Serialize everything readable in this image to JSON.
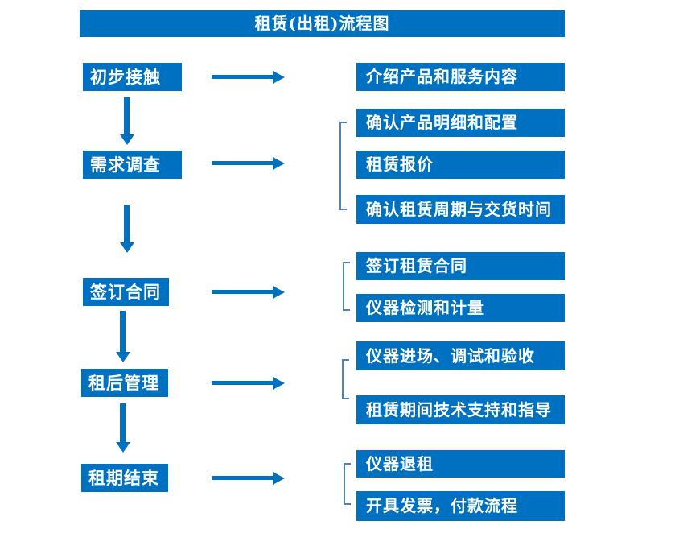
{
  "title": "租赁(出租)流程图",
  "colors": {
    "primary_blue": "#0070c0",
    "bracket_blue": "#4f81bd",
    "text": "#ffffff",
    "background": "#ffffff"
  },
  "flow": {
    "steps": [
      {
        "label": "初步接触",
        "details": [
          "介绍产品和服务内容"
        ]
      },
      {
        "label": "需求调查",
        "details": [
          "确认产品明细和配置",
          "租赁报价",
          "确认租赁周期与交货时间"
        ]
      },
      {
        "label": "签订合同",
        "details": [
          "签订租赁合同",
          "仪器检测和计量"
        ]
      },
      {
        "label": "租后管理",
        "details": [
          "仪器进场、调试和验收",
          "租赁期间技术支持和指导"
        ]
      },
      {
        "label": "租期结束",
        "details": [
          "仪器退租",
          "开具发票，付款流程"
        ]
      }
    ]
  }
}
